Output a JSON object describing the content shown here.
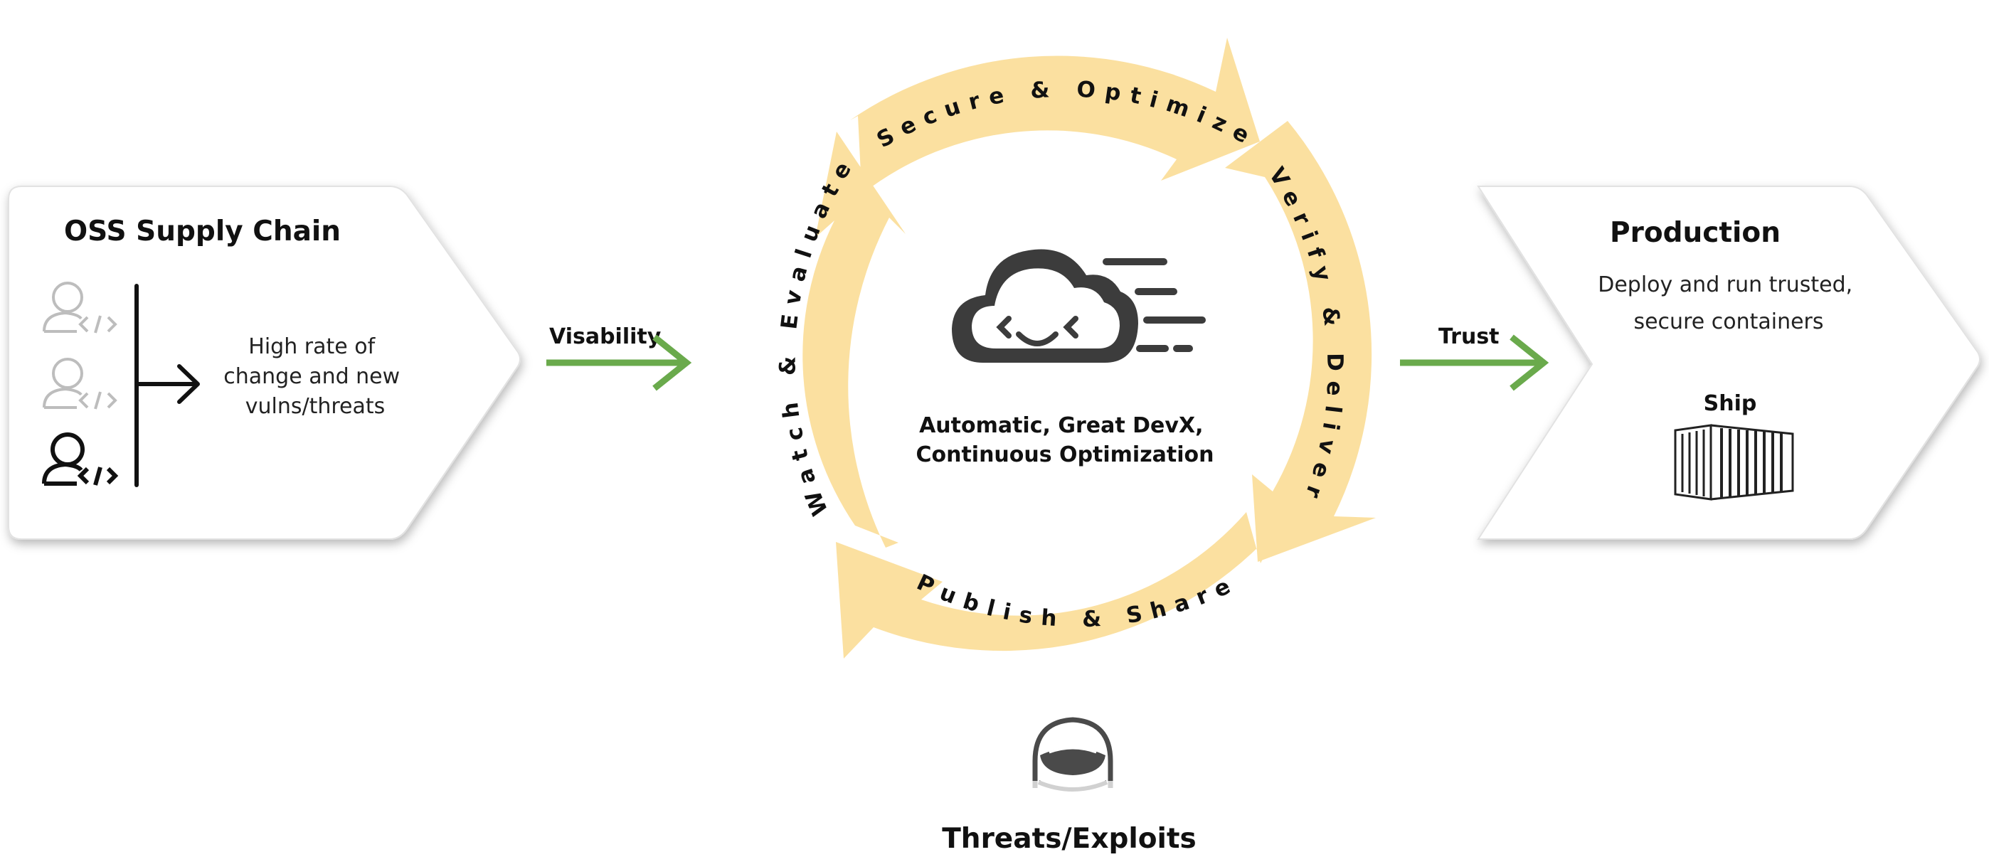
{
  "left_panel": {
    "title": "OSS Supply Chain",
    "description_lines": [
      "High rate of",
      "change and new",
      "vulns/threats"
    ]
  },
  "arrows": {
    "left_label": "Visability",
    "right_label": "Trust",
    "color": "#6aaa4c"
  },
  "cycle": {
    "color": "#fbe0a0",
    "stages": [
      "Secure & Optimize",
      "Verify & Deliver",
      "Publish & Share",
      "Watch & Evaluate"
    ],
    "center_lines": [
      "Automatic, Great DevX,",
      "Continuous Optimization"
    ],
    "center_icon": "speedy-cloud-icon"
  },
  "right_panel": {
    "title": "Production",
    "description_lines": [
      "Deploy and run trusted,",
      "secure containers"
    ],
    "ship_label": "Ship",
    "ship_icon": "shipping-container-icon"
  },
  "threats": {
    "label": "Threats/Exploits",
    "icon": "hooded-hacker-icon"
  }
}
